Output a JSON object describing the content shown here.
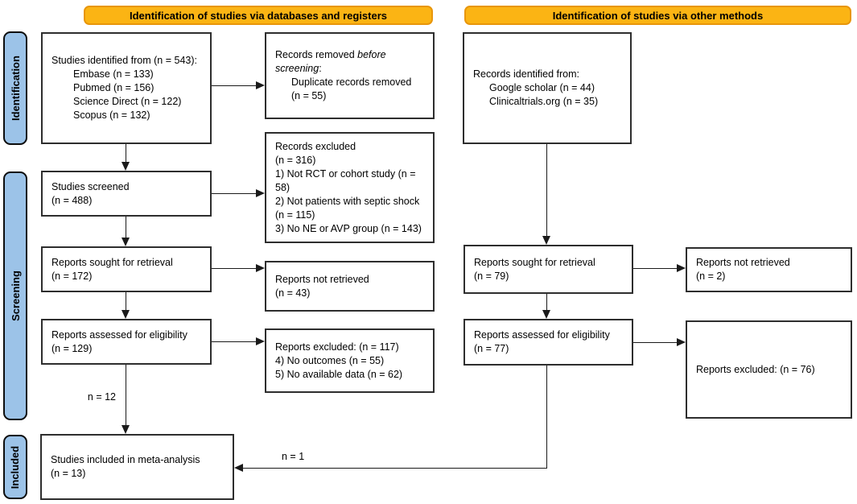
{
  "headers": {
    "databases": "Identification of studies via databases and registers",
    "other_methods": "Identification of studies via other methods"
  },
  "sidebar": {
    "identification": "Identification",
    "screening": "Screening",
    "included": "Included"
  },
  "boxes": {
    "identified_db": {
      "lines": [
        "Studies identified from (n = 543):",
        "Embase (n = 133)",
        "Pubmed (n = 156)",
        "Science Direct (n = 122)",
        "Scopus (n = 132)"
      ]
    },
    "records_removed": {
      "l1_normal": "Records removed ",
      "l1_italic": "before",
      "l2_italic": "screening",
      "l2_suffix": ":",
      "sub_lines": [
        "Duplicate records removed",
        "(n = 55)"
      ]
    },
    "records_excluded": {
      "lines": [
        "Records excluded",
        "(n = 316)",
        "1) Not RCT or cohort study (n = 58)",
        "2) Not patients with septic shock (n = 115)",
        "3) No NE or AVP group (n = 143)"
      ]
    },
    "studies_screened": {
      "lines": [
        "Studies screened",
        "(n = 488)"
      ]
    },
    "sought_db": {
      "lines": [
        "Reports sought for retrieval",
        "(n = 172)"
      ]
    },
    "not_retrieved_db": {
      "lines": [
        "Reports not retrieved",
        "(n = 43)"
      ]
    },
    "assessed_db": {
      "lines": [
        "Reports assessed for eligibility",
        "(n = 129)"
      ]
    },
    "reports_excluded_db": {
      "lines": [
        "Reports excluded: (n = 117)",
        "4) No outcomes (n = 55)",
        "5) No available data (n = 62)"
      ]
    },
    "included_meta": {
      "lines": [
        "Studies included in meta-analysis",
        "(n = 13)"
      ]
    },
    "identified_other": {
      "intro": "Records identified from:",
      "sub_lines": [
        "Google scholar (n = 44)",
        "Clinicaltrials.org (n = 35)"
      ]
    },
    "sought_other": {
      "lines": [
        "Reports sought for retrieval",
        "(n = 79)"
      ]
    },
    "not_retrieved_other": {
      "lines": [
        "Reports not retrieved",
        "(n = 2)"
      ]
    },
    "assessed_other": {
      "lines": [
        "Reports assessed for eligibility",
        "(n = 77)"
      ]
    },
    "reports_excluded_other": {
      "lines": [
        "Reports excluded: (n = 76)"
      ]
    }
  },
  "flow_labels": {
    "n12": "n = 12",
    "n1": "n = 1"
  },
  "colors": {
    "banner_bg": "#FBB414",
    "banner_border": "#E8960B",
    "pill_bg": "#9CC3E8",
    "line": "#1A1A1A"
  }
}
